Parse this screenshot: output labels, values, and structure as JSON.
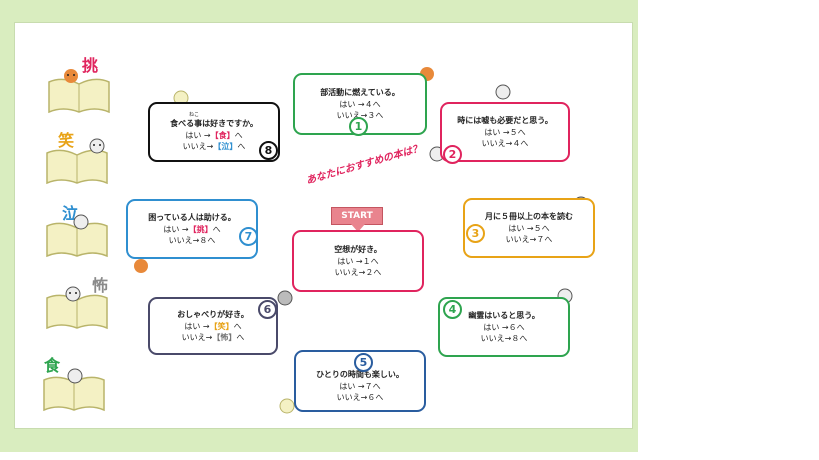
{
  "title": "あなたにおすすめの本は？",
  "start_label": "START",
  "boxes": [
    {
      "n": "1",
      "q": "部活動に燃えている。",
      "yes": "はい →４へ",
      "no": "いいえ→３へ"
    },
    {
      "n": "2",
      "q": "時には嘘も必要だと思う。",
      "yes": "はい →５へ",
      "no": "いいえ→４へ"
    },
    {
      "n": "3",
      "q": "月に５冊以上の本を読む",
      "yes": "はい →５へ",
      "no": "いいえ→７へ"
    },
    {
      "n": "4",
      "q": "幽霊はいると思う。",
      "yes": "はい →６へ",
      "no": "いいえ→８へ"
    },
    {
      "n": "5",
      "q": "ひとりの時間も楽しい。",
      "yes": "はい →７へ",
      "no": "いいえ→６へ"
    },
    {
      "n": "6",
      "q": "おしゃべりが好き。",
      "yes_pre": "はい →",
      "yes_tag": "【笑】",
      "yes_post": "へ",
      "no_pre": "いいえ→",
      "no_tag": "【怖】",
      "no_post": "へ"
    },
    {
      "n": "7",
      "q": "困っている人は助ける。",
      "yes_pre": "はい →",
      "yes_tag": "【挑】",
      "yes_post": "へ",
      "no": "いいえ→８へ"
    },
    {
      "n": "8",
      "q": "食べる事は好きですか。",
      "ruby": "ねこ",
      "yes_pre": "はい →",
      "yes_tag": "【食】",
      "yes_post": "へ",
      "no_pre": "いいえ→",
      "no_tag": "【泣】",
      "no_post": "へ"
    },
    {
      "n": "start",
      "q": "空想が好き。",
      "yes": "はい →１へ",
      "no": "いいえ→２へ"
    }
  ],
  "book_labels": [
    "挑",
    "笑",
    "泣",
    "怖",
    "食"
  ],
  "colors": {
    "c1": "#2ea44f",
    "c2": "#e0245e",
    "c3": "#e8a317",
    "c4": "#2ea44f",
    "c5": "#2a5d9f",
    "c6": "#4a4a6a",
    "c7": "#2f8fd0",
    "c8": "#111111",
    "cs": "#e0245e",
    "sheet": "#d9edbf"
  }
}
